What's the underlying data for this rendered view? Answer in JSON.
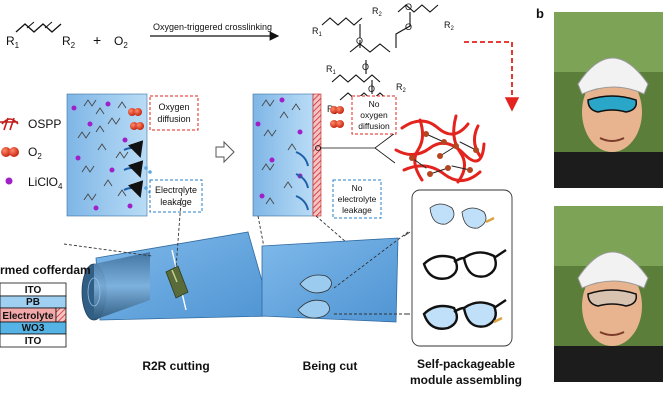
{
  "reaction": {
    "r1": "R",
    "r1_sub": "1",
    "r2": "R",
    "r2_sub": "2",
    "plus": "+",
    "o2": "O",
    "o2_sub": "2",
    "arrow_label": "Oxygen-triggered crosslinking"
  },
  "legend": {
    "ospp": "OSPP",
    "o2": "O",
    "o2_sub": "2",
    "salt": "LiClO",
    "salt_sub": "4"
  },
  "left_cell": {
    "oxygen_box": [
      "Oxygen",
      "diffusion"
    ],
    "electrolyte_box": [
      "Electrolyte",
      "leakage"
    ]
  },
  "right_cell": {
    "oxygen_box": [
      "No",
      "oxygen",
      "diffusion"
    ],
    "electrolyte_box": [
      "No",
      "electrolyte",
      "leakage"
    ]
  },
  "cofferdam": {
    "title": "rmed cofferdam",
    "layers": [
      "ITO",
      "PB",
      "Electrolyte",
      "WO3",
      "ITO"
    ]
  },
  "captions": {
    "r2r": "R2R cutting",
    "being_cut": "Being cut",
    "module": [
      "Self-packageable",
      "module assembling"
    ]
  },
  "panel_label": "b",
  "colors": {
    "cell_blue": "#9ec9ee",
    "red": "#e3231d",
    "purple": "#a020c8",
    "box_blue": "#2a7fc9"
  }
}
